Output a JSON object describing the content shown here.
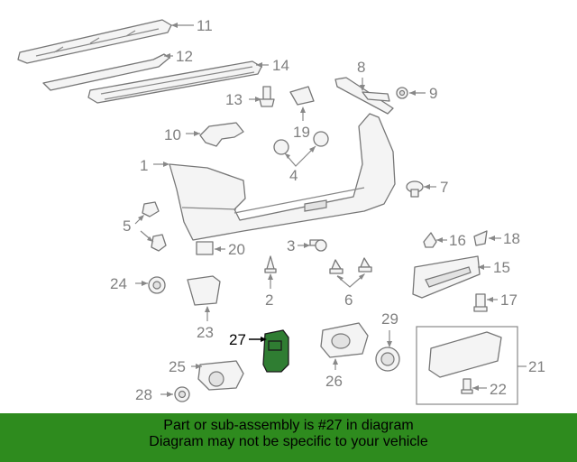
{
  "banner": {
    "line1": "Part or sub-assembly is #27 in diagram",
    "line2": "Diagram may not be specific to your vehicle"
  },
  "highlight_color": "#2e8b1e",
  "highlighted_part": "27",
  "callouts": {
    "c1": "1",
    "c2": "2",
    "c3": "3",
    "c4": "4",
    "c5": "5",
    "c6": "6",
    "c7": "7",
    "c8": "8",
    "c9": "9",
    "c10": "10",
    "c11": "11",
    "c12": "12",
    "c13": "13",
    "c14": "14",
    "c15": "15",
    "c16": "16",
    "c17": "17",
    "c18": "18",
    "c19": "19",
    "c20": "20",
    "c21": "21",
    "c22": "22",
    "c23": "23",
    "c24": "24",
    "c25": "25",
    "c26": "26",
    "c27": "27",
    "c28": "28",
    "c29": "29"
  }
}
